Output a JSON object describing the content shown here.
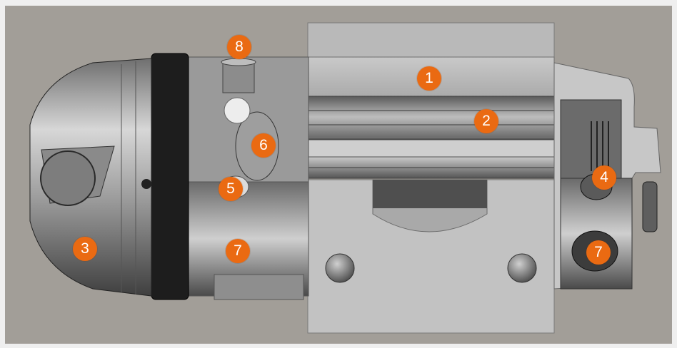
{
  "callouts": [
    {
      "id": "c1",
      "label": "1"
    },
    {
      "id": "c2",
      "label": "2"
    },
    {
      "id": "c3",
      "label": "3"
    },
    {
      "id": "c4",
      "label": "4"
    },
    {
      "id": "c5",
      "label": "5"
    },
    {
      "id": "c6",
      "label": "6"
    },
    {
      "id": "c7a",
      "label": "7"
    },
    {
      "id": "c7b",
      "label": "7"
    },
    {
      "id": "c8",
      "label": "8"
    }
  ],
  "colors": {
    "background": "#a29e98",
    "callout": "#ea6a12",
    "callout_text": "#ffffff"
  }
}
